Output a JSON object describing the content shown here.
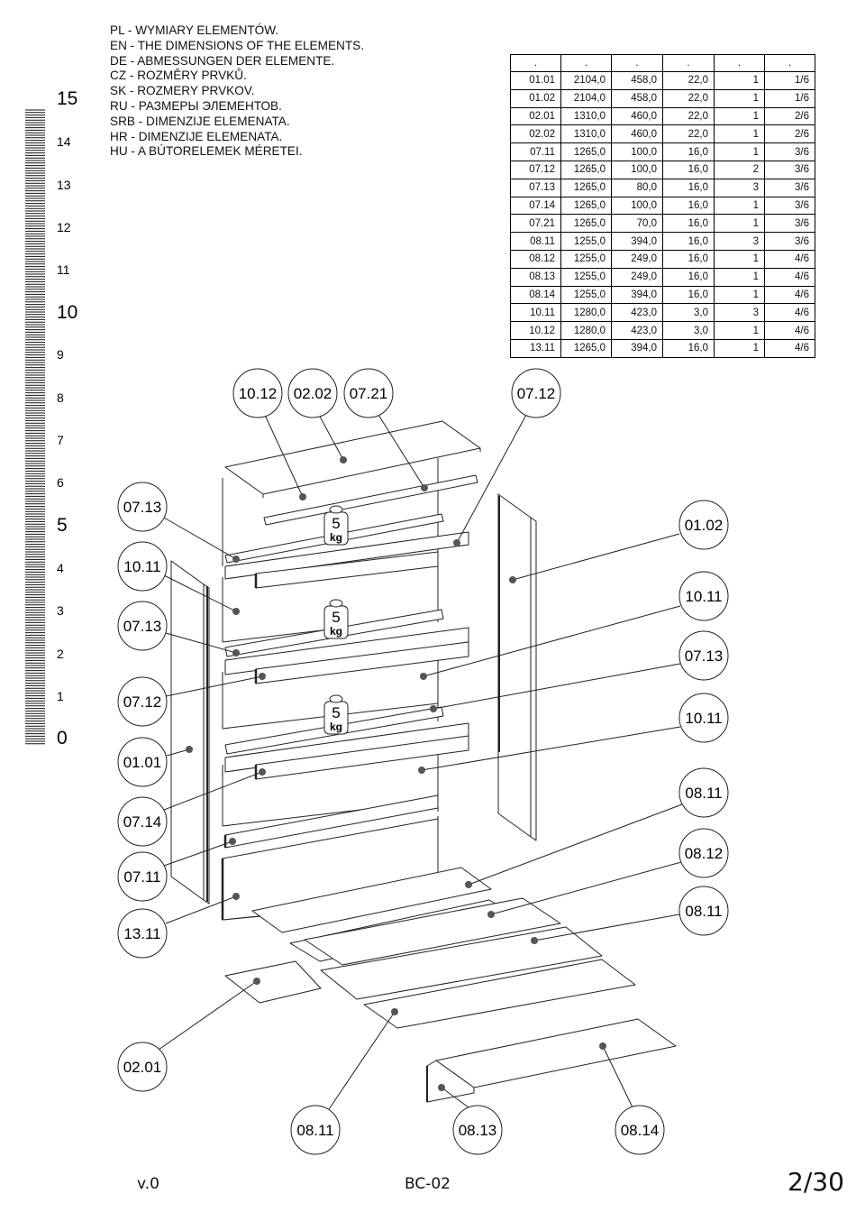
{
  "title_lines": [
    "PL - WYMIARY ELEMENTÓW.",
    "EN - THE DIMENSIONS OF THE ELEMENTS.",
    "DE - ABMESSUNGEN DER ELEMENTE.",
    "CZ - ROZMĚRY PRVKŮ.",
    "SK - ROZMERY PRVKOV.",
    "RU - РАЗМЕРЫ ЭЛЕМЕНТОВ.",
    "SRB - DIMENZIJE ELEMENATA.",
    "HR - DIMENZIJE ELEMENATA.",
    "HU - A BÚTORELEMEK MÉRETEI."
  ],
  "ruler_labels": [
    "15",
    "14",
    "13",
    "12",
    "11",
    "10",
    "9",
    "8",
    "7",
    "6",
    "5",
    "4",
    "3",
    "2",
    "1",
    "0"
  ],
  "dimensions_table": {
    "headers": [
      ".",
      ".",
      ".",
      ".",
      ".",
      "."
    ],
    "rows": [
      [
        "01.01",
        "2104,0",
        "458,0",
        "22,0",
        "1",
        "1/6"
      ],
      [
        "01.02",
        "2104,0",
        "458,0",
        "22,0",
        "1",
        "1/6"
      ],
      [
        "02.01",
        "1310,0",
        "460,0",
        "22,0",
        "1",
        "2/6"
      ],
      [
        "02.02",
        "1310,0",
        "460,0",
        "22,0",
        "1",
        "2/6"
      ],
      [
        "07.11",
        "1265,0",
        "100,0",
        "16,0",
        "1",
        "3/6"
      ],
      [
        "07.12",
        "1265,0",
        "100,0",
        "16,0",
        "2",
        "3/6"
      ],
      [
        "07.13",
        "1265,0",
        "80,0",
        "16,0",
        "3",
        "3/6"
      ],
      [
        "07.14",
        "1265,0",
        "100,0",
        "16,0",
        "1",
        "3/6"
      ],
      [
        "07.21",
        "1265,0",
        "70,0",
        "16,0",
        "1",
        "3/6"
      ],
      [
        "08.11",
        "1255,0",
        "394,0",
        "16,0",
        "3",
        "3/6"
      ],
      [
        "08.12",
        "1255,0",
        "249,0",
        "16,0",
        "1",
        "4/6"
      ],
      [
        "08.13",
        "1255,0",
        "249,0",
        "16,0",
        "1",
        "4/6"
      ],
      [
        "08.14",
        "1255,0",
        "394,0",
        "16,0",
        "1",
        "4/6"
      ],
      [
        "10.11",
        "1280,0",
        "423,0",
        "3,0",
        "3",
        "4/6"
      ],
      [
        "10.12",
        "1280,0",
        "423,0",
        "3,0",
        "1",
        "4/6"
      ],
      [
        "13.11",
        "1265,0",
        "394,0",
        "16,0",
        "1",
        "4/6"
      ]
    ]
  },
  "weight_label": {
    "value": "5",
    "unit": "kg"
  },
  "callouts": {
    "top": [
      "10.12",
      "02.02",
      "07.21",
      "07.12"
    ],
    "left": [
      "07.13",
      "10.11",
      "07.13",
      "07.12",
      "01.01",
      "07.14",
      "07.11",
      "13.11",
      "02.01"
    ],
    "right": [
      "01.02",
      "10.11",
      "07.13",
      "10.11",
      "08.11",
      "08.12",
      "08.11"
    ],
    "bottom": [
      "08.11",
      "08.13",
      "08.14"
    ]
  },
  "footer": {
    "version": "v.0",
    "code": "BC-02",
    "page": "2/30"
  }
}
